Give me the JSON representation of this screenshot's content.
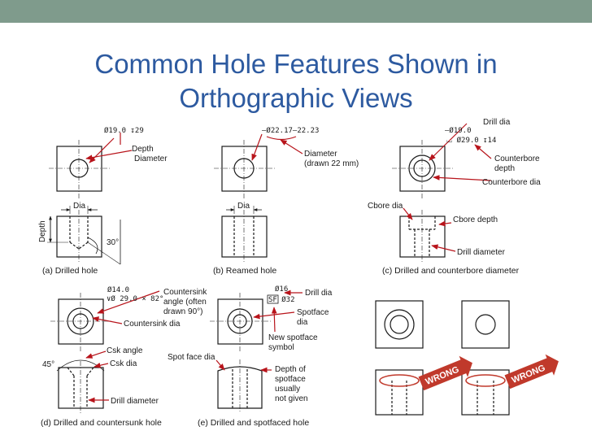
{
  "slide": {
    "title_line1": "Common Hole Features Shown in",
    "title_line2": "Orthographic Views",
    "colors": {
      "topbar": "#7f9b8c",
      "title": "#2d5aa0",
      "arrow": "#b8141b",
      "wrong": "#c0392b"
    }
  },
  "panels": {
    "a": {
      "caption": "(a) Drilled hole",
      "note": "Ø19.0 ↧29",
      "depth": "Depth",
      "diameter": "Diameter",
      "dia": "Dia",
      "depth_side": "Depth",
      "angle": "30°"
    },
    "b": {
      "caption": "(b) Reamed hole",
      "note": "–Ø22.17–22.23",
      "diameter": "Diameter",
      "drawn": "(drawn 22 mm)",
      "dia": "Dia"
    },
    "c": {
      "caption": "(c) Drilled and counterbore diameter",
      "note1": "–Ø19.0",
      "note2": "⌴ Ø29.0 ↧14",
      "drill_dia": "Drill dia",
      "counterbore": "Counterbore",
      "depth": "depth",
      "counterbore_dia": "Counterbore dia",
      "cbore_dia": "Cbore dia",
      "cbore_depth": "Cbore depth",
      "drill_diameter": "Drill diameter"
    },
    "d": {
      "caption": "(d) Drilled and countersunk hole",
      "note1": "Ø14.0",
      "note2": "∨Ø 29.0 × 82°",
      "csk_angle1": "Countersink",
      "csk_angle2": "angle (often",
      "csk_angle3": "drawn 90°)",
      "csk_dia": "Countersink dia",
      "csk_angle_small": "Csk angle",
      "csk_dia_small": "Csk dia",
      "angle": "45°",
      "drill_diameter": "Drill diameter"
    },
    "e": {
      "caption": "(e) Drilled and spotfaced hole",
      "note1": "Ø16",
      "note2": "SF Ø32",
      "drill_dia": "Drill dia",
      "spotface1": "Spotface",
      "spotface2": "dia",
      "symbol1": "New spotface",
      "symbol2": "symbol",
      "spot_face_dia": "Spot face dia",
      "depth1": "Depth of",
      "depth2": "spotface",
      "depth3": "usually",
      "depth4": "not given"
    },
    "f": {
      "wrong1": "WRONG",
      "wrong2": "WRONG"
    }
  }
}
